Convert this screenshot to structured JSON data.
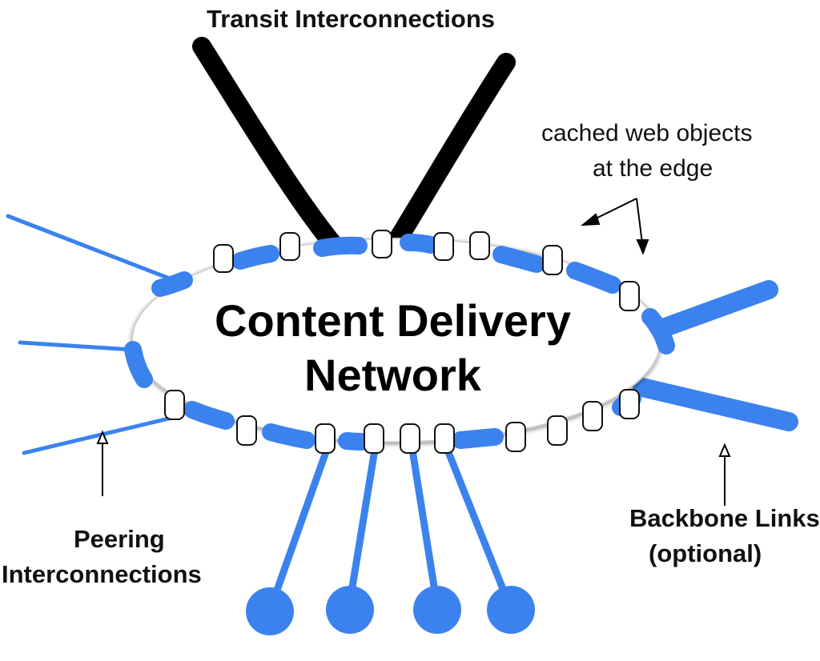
{
  "labels": {
    "transit": "Transit Interconnections",
    "cached_line1": "cached web objects",
    "cached_line2": "at the edge",
    "cdn_line1": "Content Delivery",
    "cdn_line2": "Network",
    "peering_line1": "Peering",
    "peering_line2": "Interconnections",
    "backbone_line1": "Backbone Links",
    "backbone_line2": "(optional)"
  },
  "colors": {
    "link_blue": "#3b82ee",
    "transit_black": "#000000",
    "ellipse_fill": "#ffffff",
    "cache_fill": "#ffffff",
    "cache_stroke": "#111111"
  }
}
